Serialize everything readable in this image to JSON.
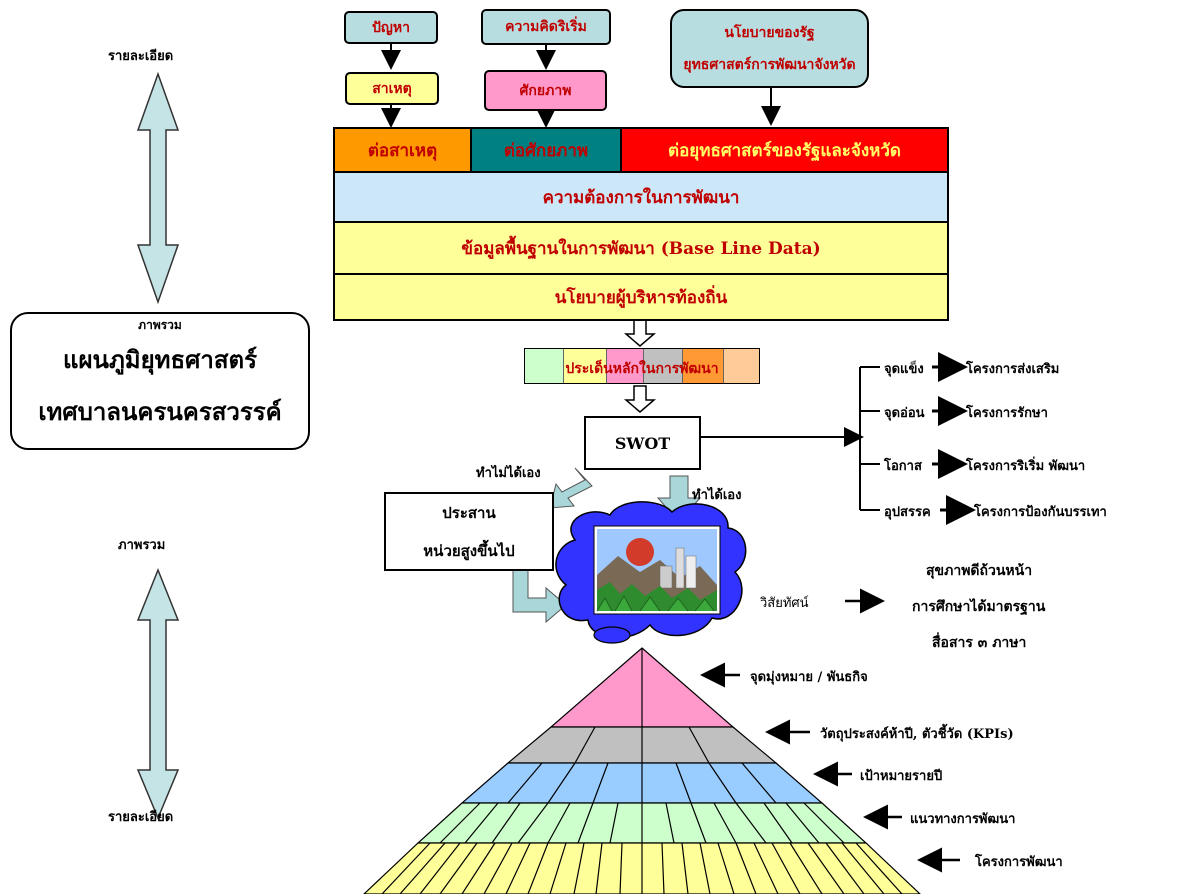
{
  "left": {
    "detail_top": "รายละเอียด",
    "overview_top": "ภาพรวม",
    "overview_mid": "ภาพรวม",
    "detail_bottom": "รายละเอียด",
    "plan_title_line1": "แผนภูมิยุทธศาสตร์",
    "plan_title_line2": "เทศบาลนครนครสวรรค์"
  },
  "inputs": {
    "problem": "ปัญหา",
    "cause": "สาเหตุ",
    "initiative": "ความคิดริเริ่ม",
    "potential": "ศักยภาพ",
    "policy_line1": "นโยบายของรัฐ",
    "policy_line2": "ยุทธศาสตร์การพัฒนาจังหวัด"
  },
  "layers": {
    "to_cause": "ต่อสาเหตุ",
    "to_potential": "ต่อศักยภาพ",
    "to_strategy": "ต่อยุทธศาสตร์ของรัฐและจังหวัด",
    "needs": "ความต้องการในการพัฒนา",
    "baseline": "ข้อมูลพื้นฐานในการพัฒนา (Base Line Data)",
    "exec_policy": "นโยบายผู้บริหารท้องถิ่น",
    "key_issues": "ประเด็นหลักในการพัฒนา"
  },
  "swot": {
    "label": "SWOT",
    "cannot": "ทำไม่ได้เอง",
    "can": "ทำได้เอง",
    "coord_line1": "ประสาน",
    "coord_line2": "หน่วยสูงขึ้นไป",
    "items": [
      {
        "factor": "จุดแข็ง",
        "project": "โครงการส่งเสริม"
      },
      {
        "factor": "จุดอ่อน",
        "project": "โครงการรักษา"
      },
      {
        "factor": "โอกาส",
        "project": "โครงการริเริ่ม พัฒนา"
      },
      {
        "factor": "อุปสรรค",
        "project": "โครงการป้องกันบรรเทา"
      }
    ]
  },
  "vision": {
    "label": "วิสัยทัศน์",
    "lines": [
      "สุขภาพดีถ้วนหน้า",
      "การศึกษาได้มาตรฐาน",
      "สื่อสาร ๓ ภาษา"
    ]
  },
  "pyramid": {
    "levels": [
      "จุดมุ่งหมาย / พันธกิจ",
      "วัตถุประสงค์ห้าปี, ตัวชี้วัด (KPIs)",
      "เป้าหมายรายปี",
      "แนวทางการพัฒนา",
      "โครงการพัฒนา"
    ]
  },
  "colors": {
    "teal_box": "#b7dde0",
    "yellow_box": "#ffff99",
    "pink_box": "#ff99cc",
    "orange": "#ff9900",
    "teal_dark": "#008080",
    "red": "#ff0000",
    "light_blue": "#cce8f8",
    "yellow_bar": "#ffff99"
  }
}
